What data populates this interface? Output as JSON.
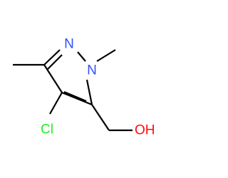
{
  "molecule": {
    "colors": {
      "bond": "#000000",
      "nitrogen": "#3050f8",
      "chlorine": "#1ff01f",
      "oxygen": "#ff0d0d"
    },
    "atoms": {
      "n2": "N",
      "n1": "N",
      "cl": "Cl",
      "oh": "OH"
    }
  }
}
